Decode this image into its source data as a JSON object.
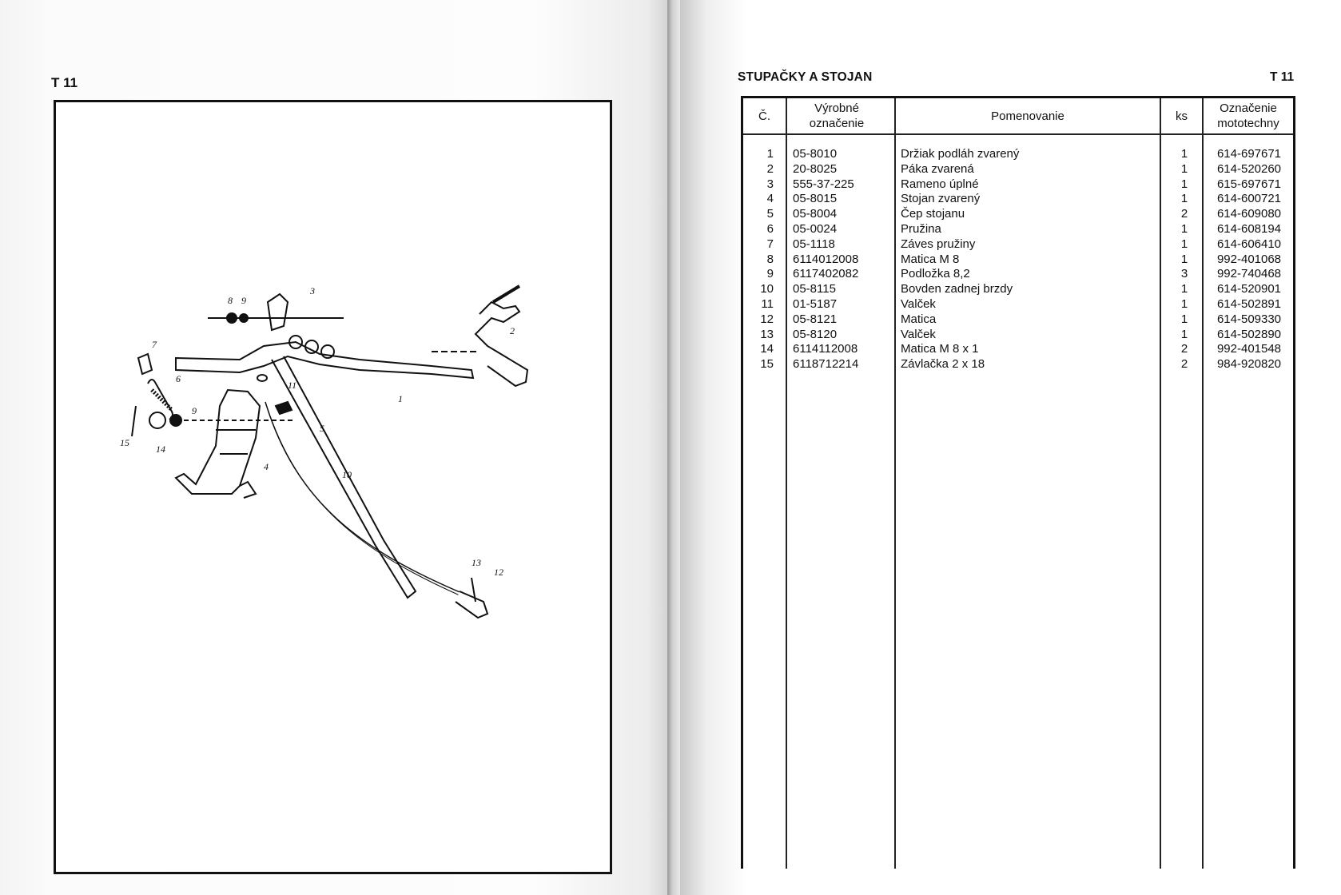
{
  "left_page": {
    "page_label": "T 11"
  },
  "diagram": {
    "callouts": [
      "1",
      "2",
      "3",
      "4",
      "5",
      "6",
      "7",
      "8",
      "9",
      "9",
      "10",
      "11",
      "12",
      "13",
      "14",
      "15"
    ]
  },
  "right_page": {
    "title": "STUPAČKY A STOJAN",
    "page_label": "T 11",
    "table": {
      "headers": {
        "no": "Č.",
        "code": "Výrobné označenie",
        "name": "Pomenovanie",
        "ks": "ks",
        "moto": "Označenie mototechny"
      },
      "rows": [
        {
          "no": "1",
          "code": "05-8010",
          "name": "Držiak podláh zvarený",
          "ks": "1",
          "moto": "614-697671"
        },
        {
          "no": "2",
          "code": "20-8025",
          "name": "Páka zvarená",
          "ks": "1",
          "moto": "614-520260"
        },
        {
          "no": "3",
          "code": "555-37-225",
          "name": "Rameno úplné",
          "ks": "1",
          "moto": "615-697671"
        },
        {
          "no": "4",
          "code": "05-8015",
          "name": "Stojan zvarený",
          "ks": "1",
          "moto": "614-600721"
        },
        {
          "no": "5",
          "code": "05-8004",
          "name": "Čep stojanu",
          "ks": "2",
          "moto": "614-609080"
        },
        {
          "no": "6",
          "code": "05-0024",
          "name": "Pružina",
          "ks": "1",
          "moto": "614-608194"
        },
        {
          "no": "7",
          "code": "05-1118",
          "name": "Záves pružiny",
          "ks": "1",
          "moto": "614-606410"
        },
        {
          "no": "8",
          "code": "6114012008",
          "name": "Matica M 8",
          "ks": "1",
          "moto": "992-401068"
        },
        {
          "no": "9",
          "code": "6117402082",
          "name": "Podložka 8,2",
          "ks": "3",
          "moto": "992-740468"
        },
        {
          "no": "10",
          "code": "05-8115",
          "name": "Bovden zadnej brzdy",
          "ks": "1",
          "moto": "614-520901"
        },
        {
          "no": "11",
          "code": "01-5187",
          "name": "Valček",
          "ks": "1",
          "moto": "614-502891"
        },
        {
          "no": "12",
          "code": "05-8121",
          "name": "Matica",
          "ks": "1",
          "moto": "614-509330"
        },
        {
          "no": "13",
          "code": "05-8120",
          "name": "Valček",
          "ks": "1",
          "moto": "614-502890"
        },
        {
          "no": "14",
          "code": "6114112008",
          "name": "Matica M 8 x 1",
          "ks": "2",
          "moto": "992-401548"
        },
        {
          "no": "15",
          "code": "6118712214",
          "name": "Závlačka 2 x 18",
          "ks": "2",
          "moto": "984-920820"
        }
      ]
    }
  }
}
